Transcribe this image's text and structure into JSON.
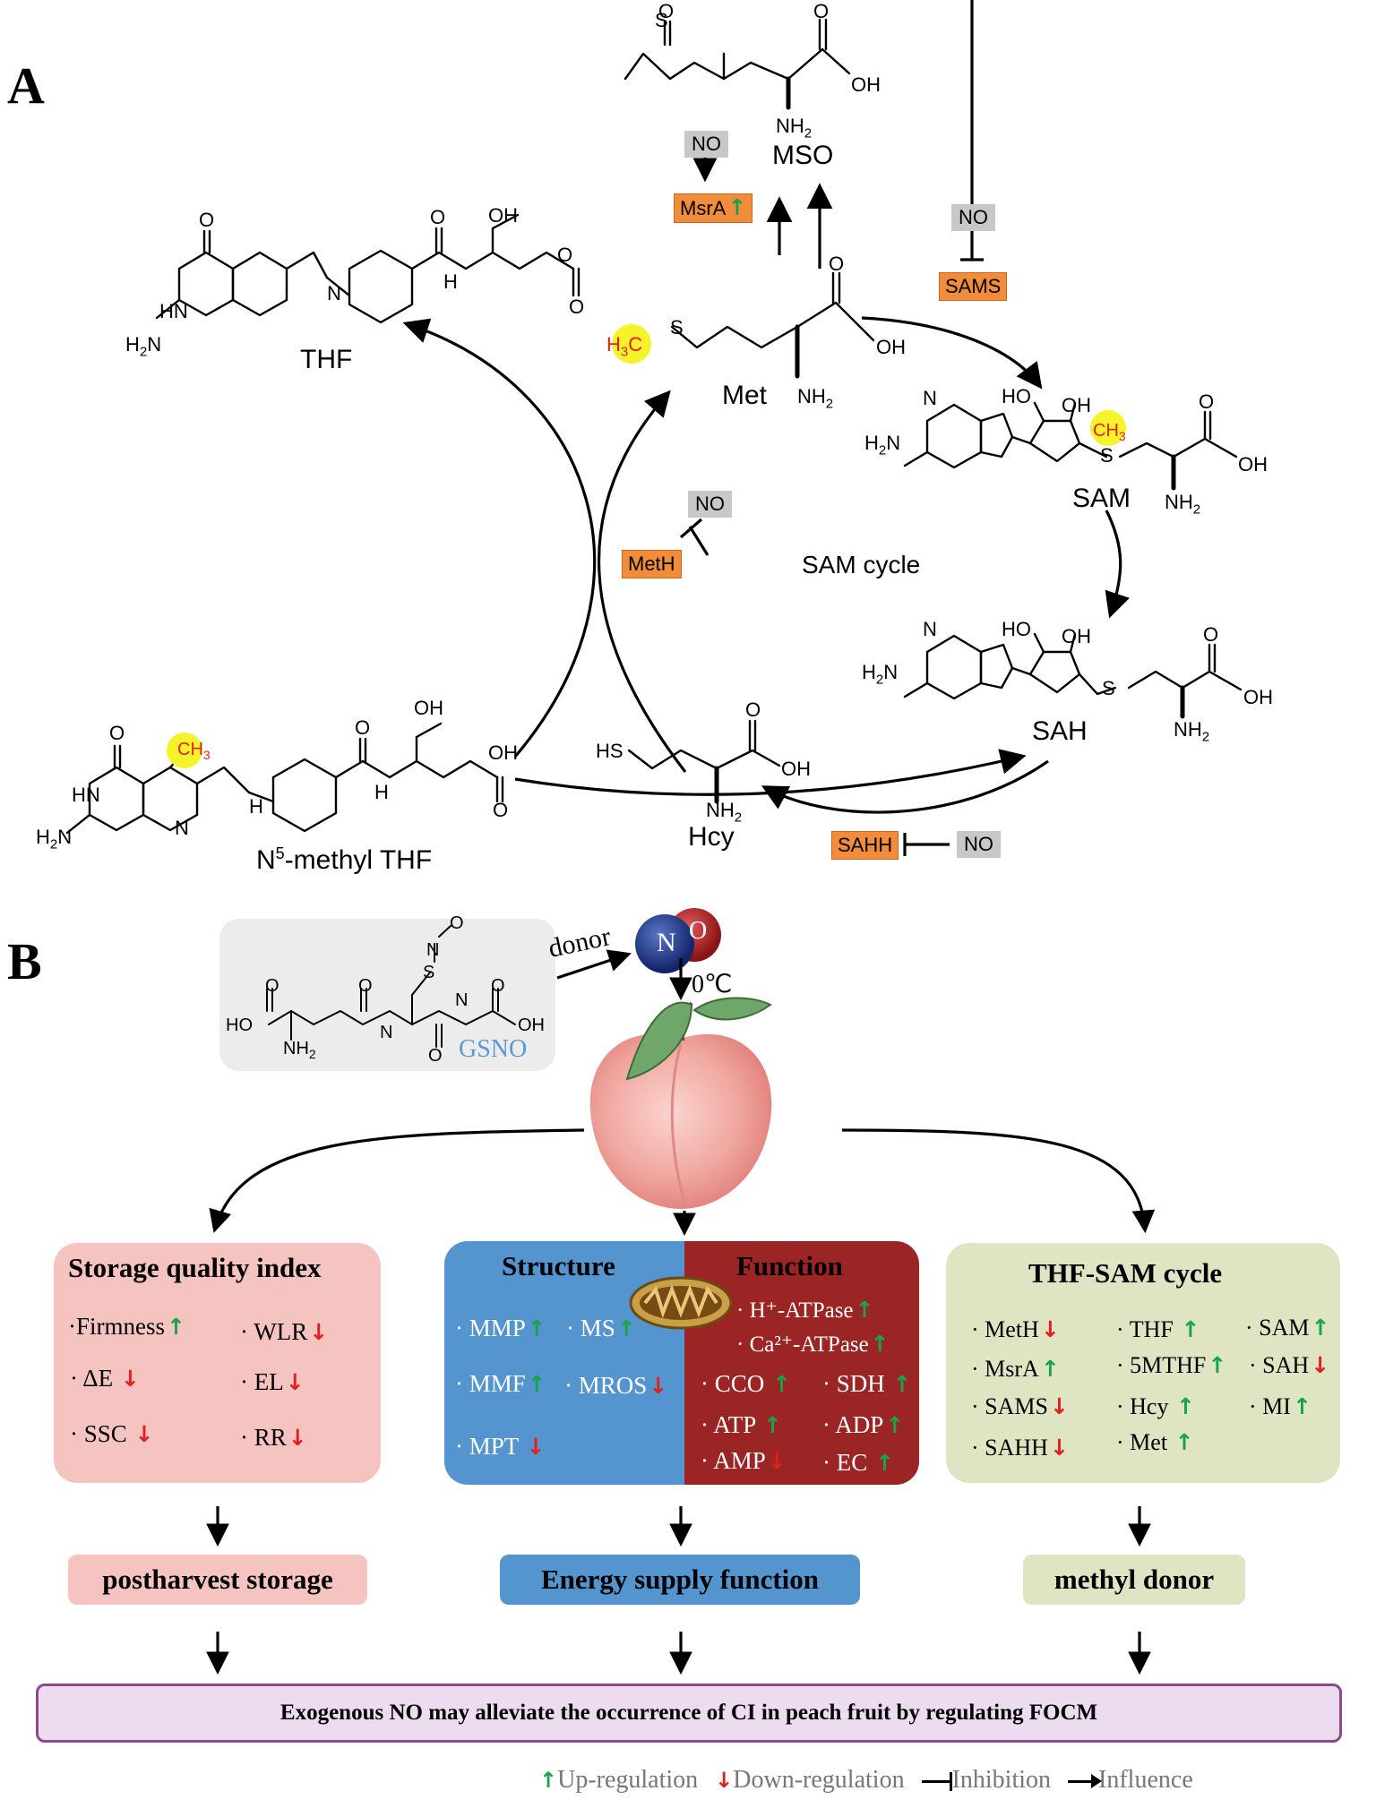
{
  "panel_a": {
    "letter": "A",
    "cycle_label": "SAM cycle",
    "molecules": {
      "mso": "MSO",
      "met": "Met",
      "thf": "THF",
      "sam": "SAM",
      "sah": "SAH",
      "hcy": "Hcy",
      "n5_prefix": "N",
      "n5_sup": "5",
      "n5_suffix": "-methyl THF"
    },
    "enzymes": {
      "msra": "MsrA",
      "sams": "SAMS",
      "meth": "MetH",
      "sahh": "SAHH"
    },
    "no_label": "NO",
    "atoms": {
      "ch3": "CH",
      "ch3_sub": "3",
      "h3c": "H",
      "h3c_sub": "3",
      "h3c_c": "C",
      "oh": "OH",
      "o": "O",
      "o_minus": "O",
      "nh2": "NH",
      "nh2_sub": "2",
      "h2n": "H",
      "h2n_sub": "2",
      "h2n_n": "N",
      "hn": "HN",
      "n": "N",
      "h": "H",
      "s": "S",
      "s_plus": "S",
      "hs": "HS",
      "ho": "HO"
    }
  },
  "panel_b": {
    "letter": "B",
    "donor_label": "donor",
    "gsno_label": "GSNO",
    "temp_label": "0℃",
    "no_sphere": {
      "n": "N",
      "o": "O"
    },
    "storage": {
      "title": "Storage quality index",
      "items": [
        {
          "label": "·Firmness",
          "dir": "up"
        },
        {
          "label": "· WLR",
          "dir": "down"
        },
        {
          "label": "· ΔE",
          "dir": "down"
        },
        {
          "label": "· EL",
          "dir": "down"
        },
        {
          "label": "· SSC",
          "dir": "down"
        },
        {
          "label": "· RR",
          "dir": "down"
        }
      ],
      "outcome": "postharvest storage"
    },
    "mito": {
      "structure_title": "Structure",
      "function_title": "Function",
      "structure_items": [
        {
          "label": "· MMP",
          "dir": "up"
        },
        {
          "label": "· MS",
          "dir": "up"
        },
        {
          "label": "· MMF",
          "dir": "up"
        },
        {
          "label": "· MROS",
          "dir": "down"
        },
        {
          "label": "· MPT",
          "dir": "down"
        }
      ],
      "function_items": [
        {
          "label": "· H⁺-ATPase",
          "dir": "up"
        },
        {
          "label": "· Ca²⁺-ATPase",
          "dir": "up"
        },
        {
          "label": "· CCO",
          "dir": "up"
        },
        {
          "label": "· SDH",
          "dir": "up"
        },
        {
          "label": "· ATP",
          "dir": "up"
        },
        {
          "label": "· ADP",
          "dir": "up"
        },
        {
          "label": "· AMP",
          "dir": "down"
        },
        {
          "label": "· EC",
          "dir": "up"
        }
      ],
      "outcome": "Energy supply function"
    },
    "thfsam": {
      "title": "THF-SAM cycle",
      "items": [
        {
          "label": "· MetH",
          "dir": "down"
        },
        {
          "label": "· THF",
          "dir": "up"
        },
        {
          "label": "· SAM",
          "dir": "up"
        },
        {
          "label": "· MsrA",
          "dir": "up"
        },
        {
          "label": "· 5MTHF",
          "dir": "up"
        },
        {
          "label": "· SAH",
          "dir": "down"
        },
        {
          "label": "· SAMS",
          "dir": "down"
        },
        {
          "label": "· Hcy",
          "dir": "up"
        },
        {
          "label": "· MI",
          "dir": "up"
        },
        {
          "label": "· SAHH",
          "dir": "down"
        },
        {
          "label": "· Met",
          "dir": "up"
        }
      ],
      "outcome": "methyl donor"
    },
    "conclusion": "Exogenous NO may alleviate the occurrence of CI in peach fruit by regulating FOCM",
    "legend": {
      "up": "Up-regulation",
      "down": "Down-regulation",
      "inhibition": "Inhibition",
      "influence": "Influence"
    },
    "arrow_glyphs": {
      "up": "↑",
      "down": "↓"
    },
    "colors": {
      "storage_bg": "#f6c4c0",
      "structure_bg": "#5494cf",
      "function_bg": "#9b2424",
      "thfsam_bg": "#dfe5c2",
      "conclusion_bg": "#eddcf0",
      "conclusion_border": "#8b4a8b",
      "up": "#1aa34a",
      "down": "#e02020",
      "enzyme": "#f08c3c",
      "no_box": "#c8c8c8",
      "methyl_highlight": "#f7f32a"
    }
  }
}
